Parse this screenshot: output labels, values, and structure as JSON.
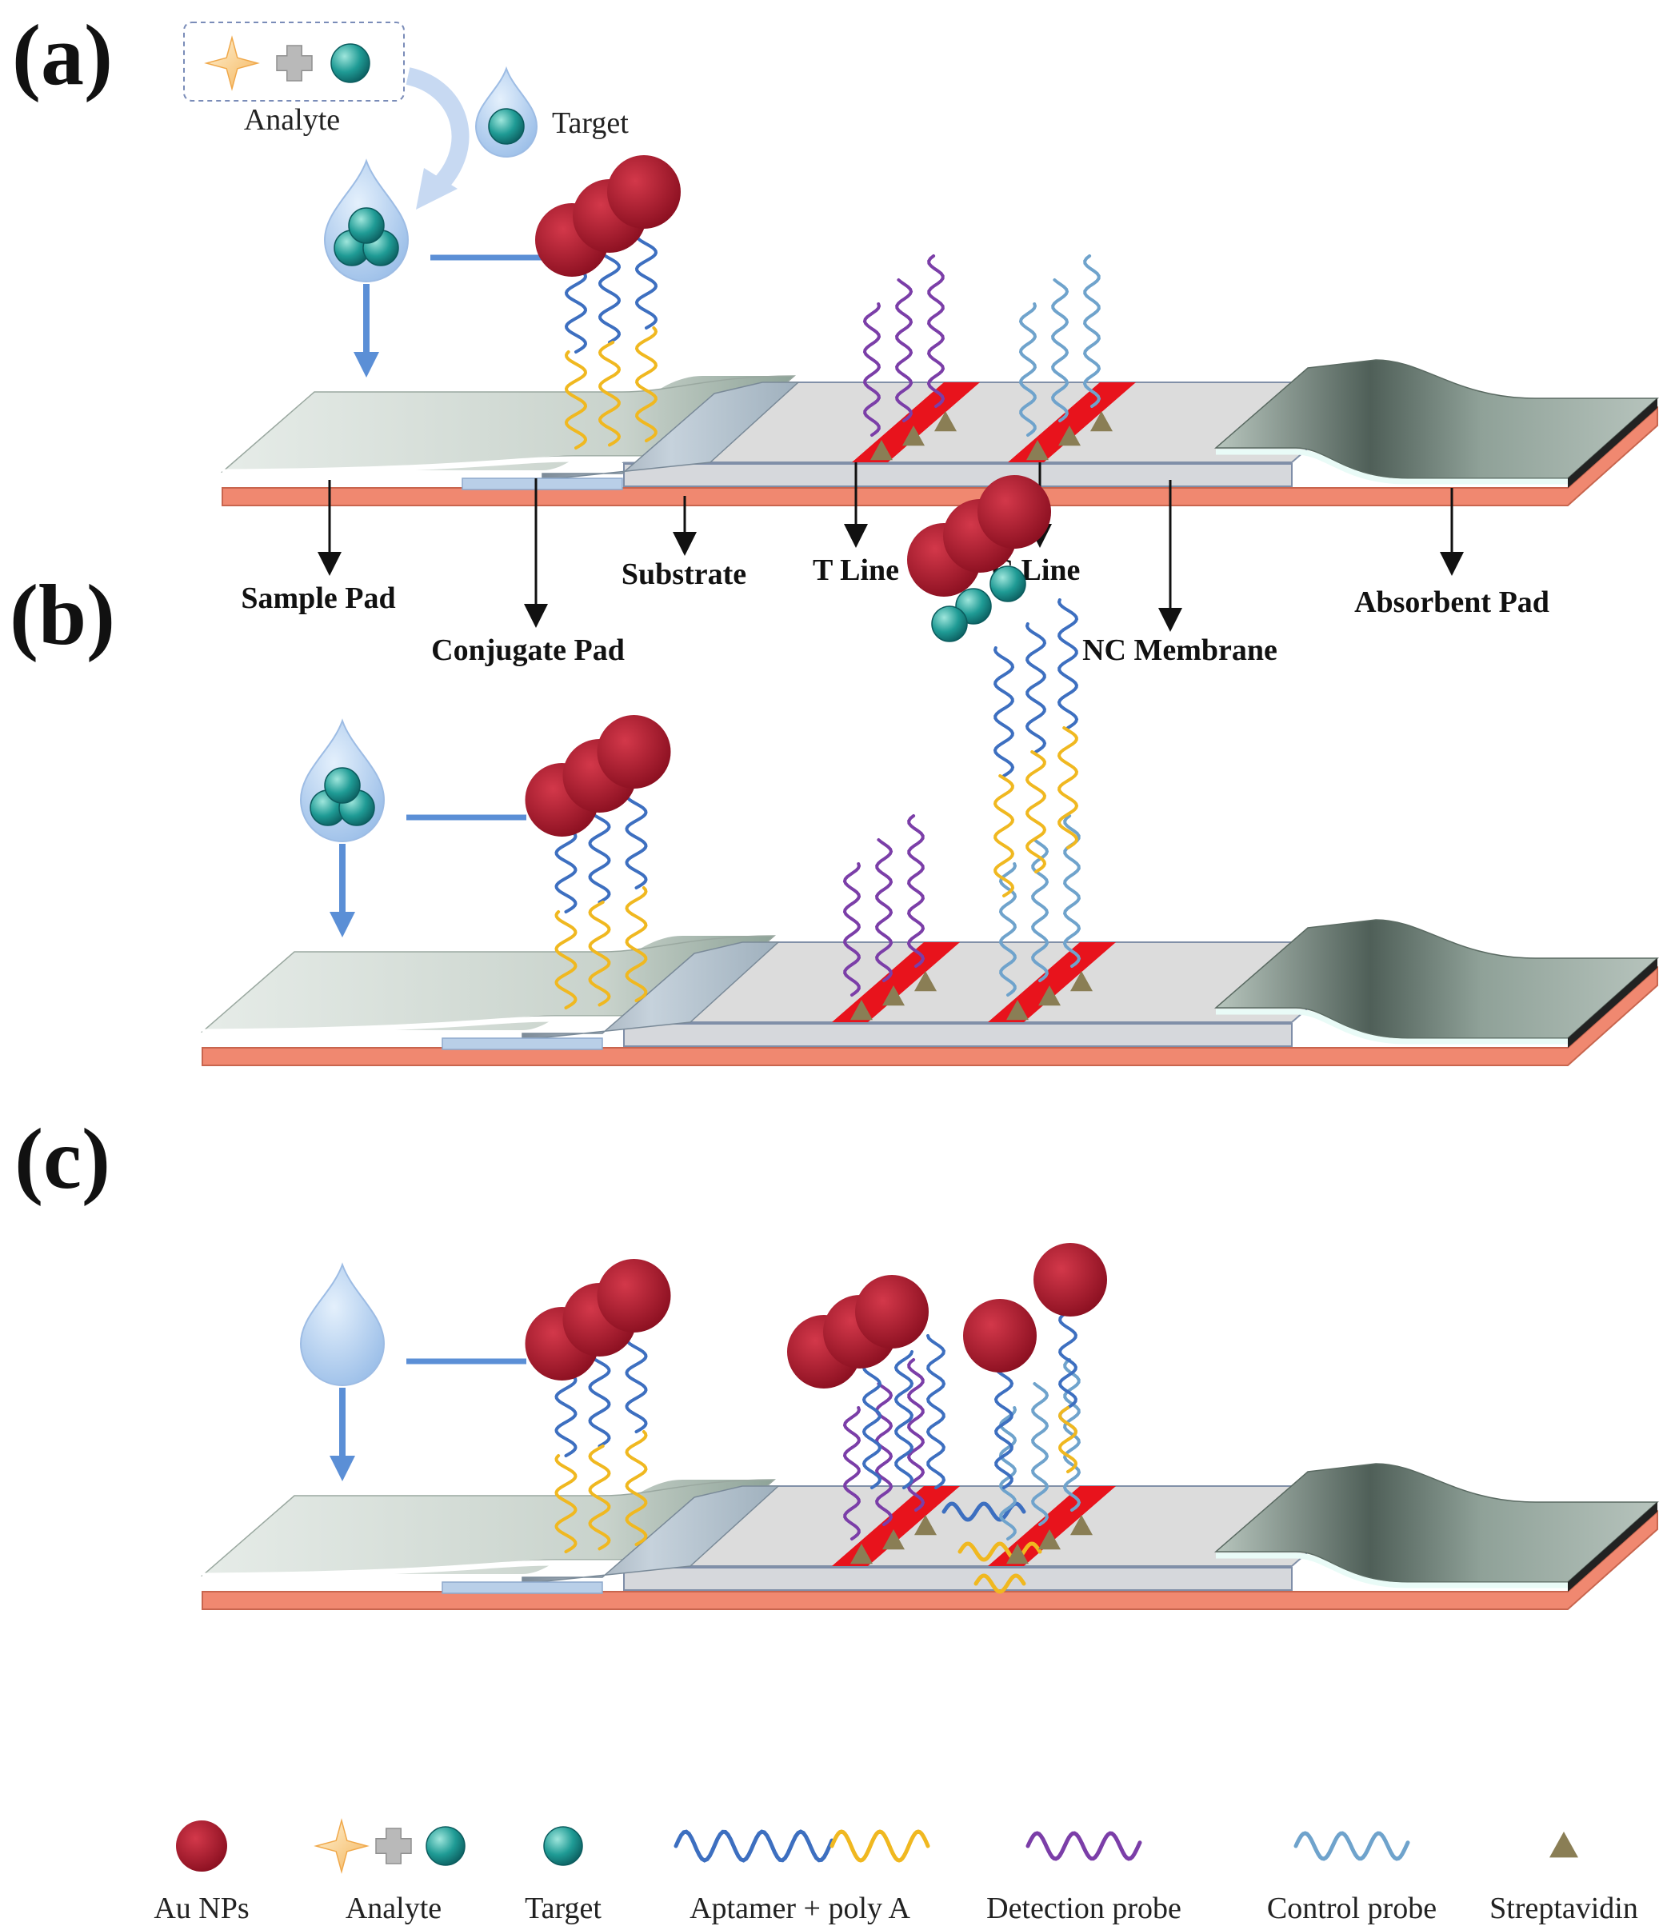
{
  "panels": [
    {
      "label": "(a)",
      "drop": "filled",
      "t_line": "probes",
      "c_line": "probes",
      "legend_box": true
    },
    {
      "label": "(b)",
      "drop": "filled",
      "t_line": "probes",
      "c_line": "captured"
    },
    {
      "label": "(c)",
      "drop": "empty",
      "t_line": "captured",
      "c_line": "captured-free"
    }
  ],
  "labels": {
    "analyte": "Analyte",
    "target": "Target",
    "sample_pad": "Sample Pad",
    "conjugate_pad": "Conjugate Pad",
    "substrate": "Substrate",
    "t_line": "T Line",
    "c_line": "C Line",
    "nc_membrane": "NC Membrane",
    "absorbent_pad": "Absorbent Pad"
  },
  "legend": [
    {
      "key": "au_nps",
      "label": "Au NPs",
      "icon": "gold-nanoparticle-icon"
    },
    {
      "key": "analyte",
      "label": "Analyte",
      "icon": "analyte-mixture-icon"
    },
    {
      "key": "target",
      "label": "Target",
      "icon": "target-molecule-icon"
    },
    {
      "key": "aptamer",
      "label": "Aptamer + poly A",
      "icon": "aptamer-polya-icon"
    },
    {
      "key": "detection",
      "label": "Detection probe",
      "icon": "detection-probe-icon"
    },
    {
      "key": "control",
      "label": "Control probe",
      "icon": "control-probe-icon"
    },
    {
      "key": "strep",
      "label": "Streptavidin",
      "icon": "streptavidin-icon"
    }
  ],
  "colors": {
    "au_np": "#a3162a",
    "target": "#1f9b95",
    "aptamer": "#3d6fc0",
    "poly_a": "#f0b820",
    "detection_probe": "#7b3ea8",
    "control_probe": "#6fa3cc",
    "streptavidin": "#8a7e55",
    "test_line": "#e8131c",
    "backing": "#f08870",
    "pad": "#cfd6d0",
    "absorbent": "#7e8f86",
    "membrane": "#dcdcdc",
    "drop": "#a8c8ee",
    "arrow": "#5b8fd6"
  }
}
